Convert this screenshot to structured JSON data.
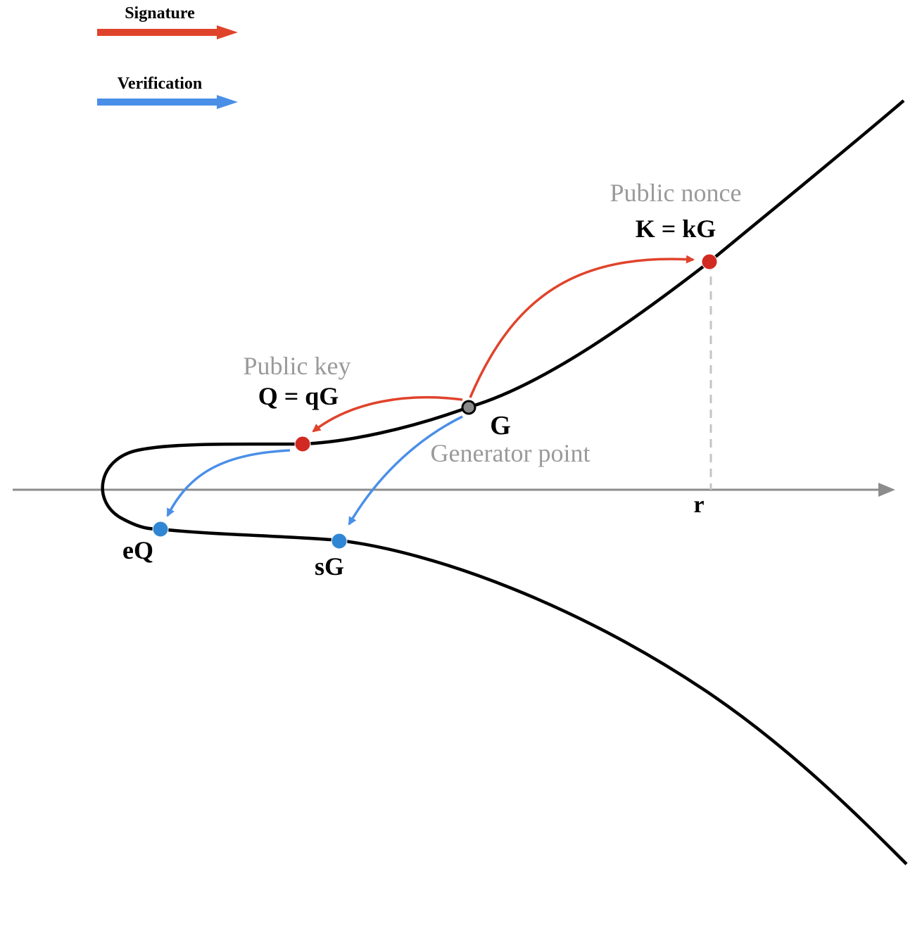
{
  "legend": {
    "signature_label": "Signature",
    "verification_label": "Verification"
  },
  "points": {
    "generator": {
      "symbol": "G",
      "caption": "Generator point"
    },
    "public_key": {
      "caption": "Public key",
      "formula": "Q = qG"
    },
    "public_nonce": {
      "caption": "Public nonce",
      "formula": "K = kG"
    },
    "eq": {
      "symbol": "eQ"
    },
    "sg": {
      "symbol": "sG"
    }
  },
  "axis": {
    "r_label": "r"
  },
  "colors": {
    "signature": "#e0432b",
    "verification": "#4a8fe7",
    "point_red": "#d12a22",
    "point_blue": "#2f86d4",
    "point_generator": "#8a8a8a",
    "curve": "#000000",
    "axis": "#8c8c8c",
    "caption_gray": "#9a9a9a"
  }
}
